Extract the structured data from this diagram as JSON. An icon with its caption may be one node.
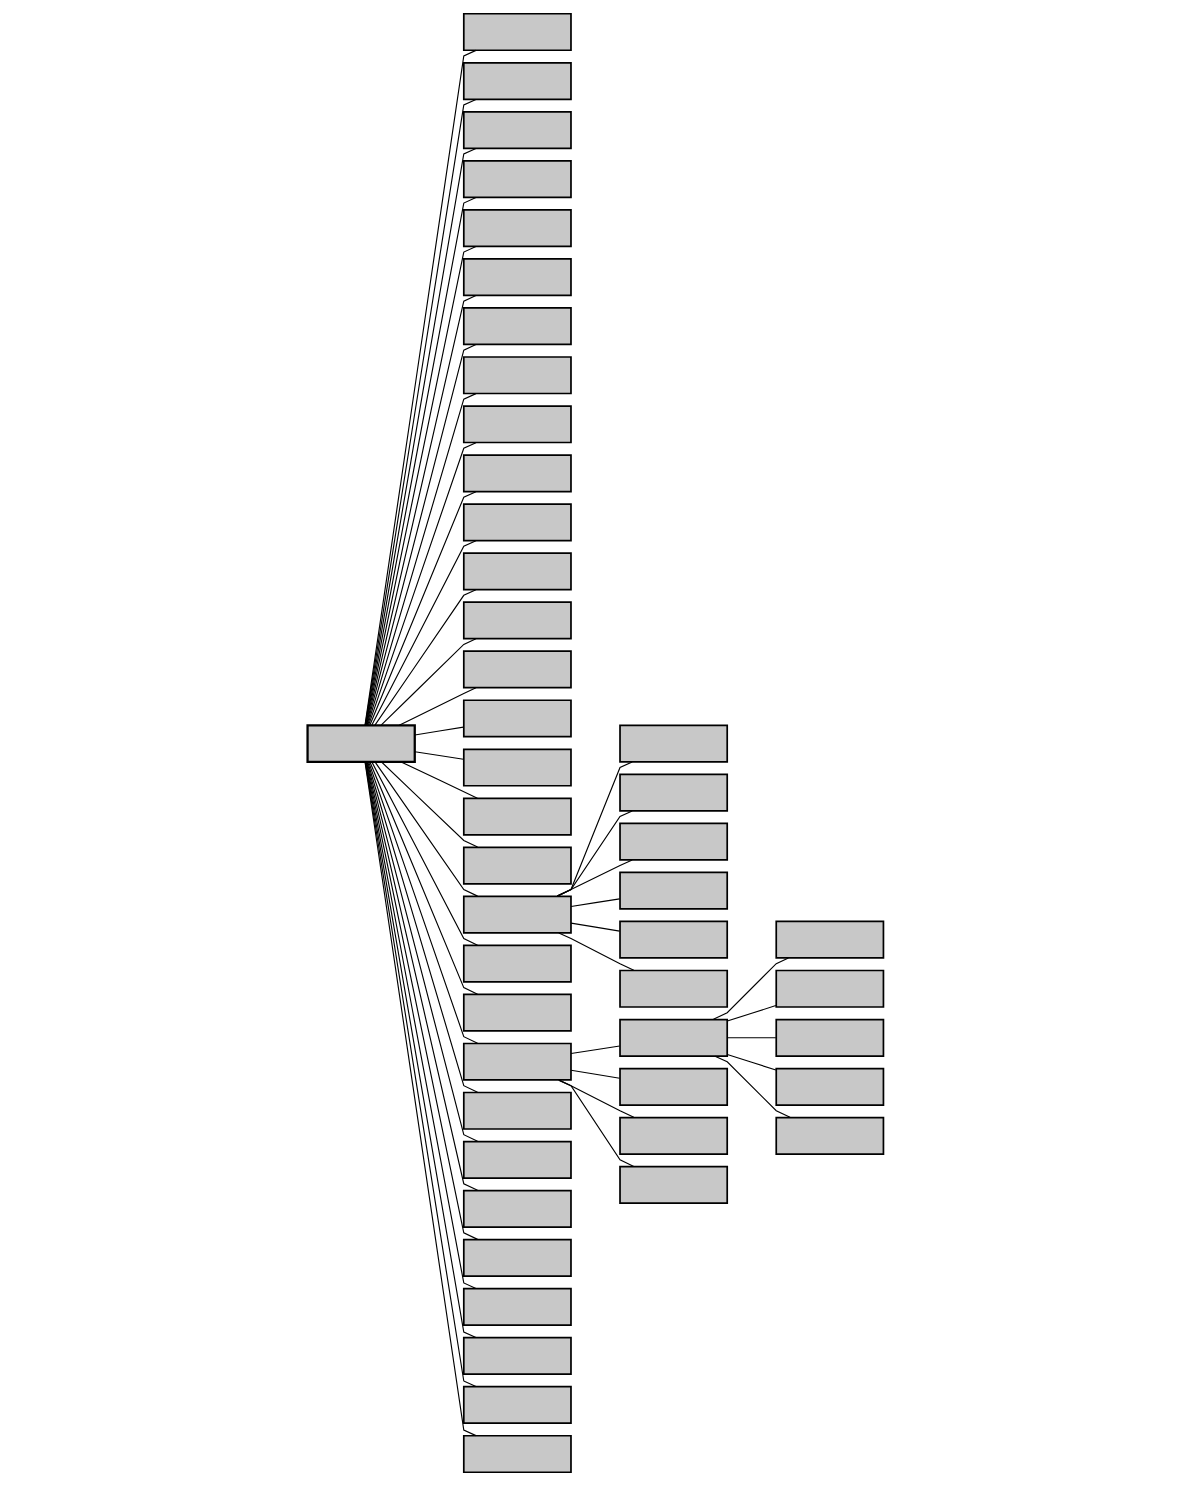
{
  "diagram": {
    "nodes": [
      {
        "text": [],
        "shape": "box"
      },
      {
        "text": [],
        "shape": "box"
      },
      {
        "text": [],
        "shape": "box"
      },
      {
        "text": [],
        "shape": "box"
      },
      {
        "text": [],
        "shape": "box"
      },
      {
        "text": [],
        "shape": "box"
      },
      {
        "text": [],
        "shape": "box"
      },
      {
        "text": [],
        "shape": "box"
      },
      {
        "text": [],
        "shape": "box"
      },
      {
        "text": [],
        "shape": "box"
      },
      {
        "text": [],
        "shape": "box"
      },
      {
        "text": [],
        "shape": "box"
      },
      {
        "text": [],
        "shape": "box"
      },
      {
        "text": [],
        "shape": "box"
      },
      {
        "text": [],
        "shape": "box"
      },
      {
        "text": [],
        "shape": "box"
      },
      {
        "text": [],
        "shape": "box"
      },
      {
        "text": [],
        "shape": "box"
      },
      {
        "text": [],
        "shape": "box"
      },
      {
        "text": [],
        "shape": "box"
      },
      {
        "text": [],
        "shape": "box"
      },
      {
        "text": [],
        "shape": "box"
      },
      {
        "text": [],
        "shape": "box"
      },
      {
        "text": [],
        "shape": "box"
      },
      {
        "text": [],
        "shape": "box"
      },
      {
        "text": [],
        "shape": "box"
      },
      {
        "text": [],
        "shape": "box"
      },
      {
        "text": [],
        "shape": "box"
      },
      {
        "text": [],
        "shape": "box"
      },
      {
        "text": [],
        "shape": "box"
      },
      {
        "text": [],
        "shape": "box"
      },
      {
        "text": [],
        "shape": "box"
      },
      {
        "text": [],
        "shape": "box"
      },
      {
        "text": [],
        "shape": "box"
      },
      {
        "text": [],
        "shape": "box"
      },
      {
        "text": [],
        "shape": "box"
      },
      {
        "text": [],
        "shape": "box"
      },
      {
        "text": [],
        "shape": "box"
      },
      {
        "text": [],
        "shape": "box"
      },
      {
        "text": [],
        "shape": "box"
      },
      {
        "text": [],
        "shape": "box"
      },
      {
        "text": [],
        "shape": "box"
      },
      {
        "text": [],
        "shape": "box"
      },
      {
        "text": [],
        "shape": "box"
      },
      {
        "text": [],
        "shape": "box"
      },
      {
        "text": [],
        "shape": "box"
      }
    ],
    "edges": [
      {
        "from": 0,
        "to": 1,
        "arrow": "none"
      },
      {
        "from": 0,
        "to": 2,
        "arrow": "none"
      },
      {
        "from": 0,
        "to": 3,
        "arrow": "none"
      },
      {
        "from": 0,
        "to": 4,
        "arrow": "none"
      },
      {
        "from": 0,
        "to": 5,
        "arrow": "none"
      },
      {
        "from": 0,
        "to": 6,
        "arrow": "none"
      },
      {
        "from": 0,
        "to": 7,
        "arrow": "none"
      },
      {
        "from": 0,
        "to": 8,
        "arrow": "none"
      },
      {
        "from": 0,
        "to": 9,
        "arrow": "none"
      },
      {
        "from": 0,
        "to": 10,
        "arrow": "none"
      },
      {
        "from": 0,
        "to": 11,
        "arrow": "none"
      },
      {
        "from": 0,
        "to": 12,
        "arrow": "none"
      },
      {
        "from": 0,
        "to": 13,
        "arrow": "none"
      },
      {
        "from": 0,
        "to": 14,
        "arrow": "none"
      },
      {
        "from": 0,
        "to": 15,
        "arrow": "none"
      },
      {
        "from": 0,
        "to": 16,
        "arrow": "none"
      },
      {
        "from": 0,
        "to": 17,
        "arrow": "none"
      },
      {
        "from": 0,
        "to": 18,
        "arrow": "none"
      },
      {
        "from": 0,
        "to": 19,
        "arrow": "none"
      },
      {
        "from": 0,
        "to": 20,
        "arrow": "none"
      },
      {
        "from": 0,
        "to": 21,
        "arrow": "none"
      },
      {
        "from": 0,
        "to": 22,
        "arrow": "none"
      },
      {
        "from": 19,
        "to": 23,
        "arrow": "none"
      },
      {
        "from": 19,
        "to": 24,
        "arrow": "none"
      },
      {
        "from": 22,
        "to": 25,
        "arrow": "none"
      },
      {
        "from": 22,
        "to": 26,
        "arrow": "none"
      },
      {
        "from": 22,
        "to": 27,
        "arrow": "none"
      },
      {
        "from": 22,
        "to": 28,
        "arrow": "none"
      },
      {
        "from": 19,
        "to": 29,
        "arrow": "none"
      },
      {
        "from": 19,
        "to": 30,
        "arrow": "none"
      },
      {
        "from": 25,
        "to": 31,
        "arrow": "none"
      },
      {
        "from": 25,
        "to": 32,
        "arrow": "none"
      },
      {
        "from": 19,
        "to": 33,
        "arrow": "none"
      },
      {
        "from": 19,
        "to": 34,
        "arrow": "none"
      },
      {
        "from": 25,
        "to": 35,
        "arrow": "none"
      },
      {
        "from": 25,
        "to": 36,
        "arrow": "none"
      },
      {
        "from": 25,
        "to": 37,
        "arrow": "none"
      },
      {
        "from": 0,
        "to": 38,
        "arrow": "none"
      },
      {
        "from": 0,
        "to": 39,
        "arrow": "none"
      },
      {
        "from": 0,
        "to": 40,
        "arrow": "none"
      },
      {
        "from": 0,
        "to": 41,
        "arrow": "none"
      },
      {
        "from": 0,
        "to": 42,
        "arrow": "none"
      },
      {
        "from": 0,
        "to": 43,
        "arrow": "none"
      },
      {
        "from": 0,
        "to": 44,
        "arrow": "none"
      },
      {
        "from": 0,
        "to": 45,
        "arrow": "none"
      }
    ]
  }
}
